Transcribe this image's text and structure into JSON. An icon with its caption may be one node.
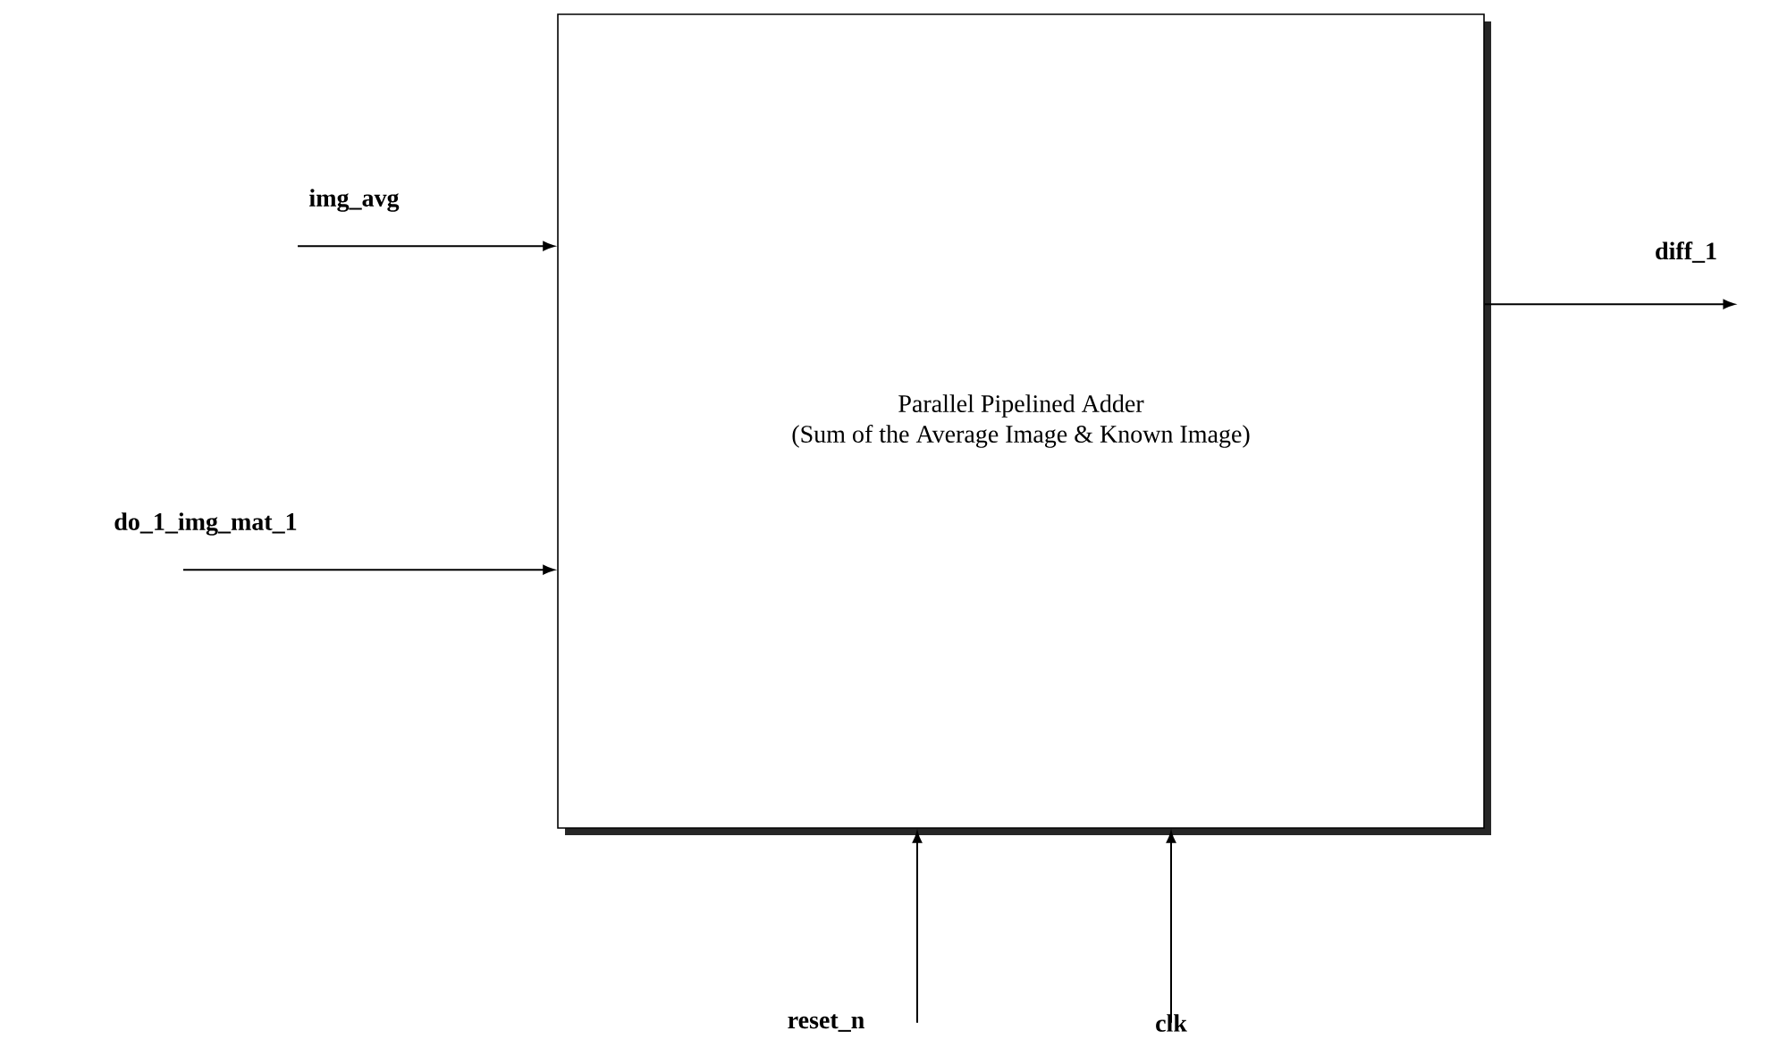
{
  "diagram": {
    "nodes": [
      {
        "text": [
          "Parallel Pipelined Adder",
          "(Sum of the Average Image & Known Image)"
        ]
      },
      {
        "text": [
          "img_avg"
        ]
      },
      {
        "text": [
          "diff_1"
        ]
      },
      {
        "text": [
          "do_1_img_mat_1"
        ]
      },
      {
        "text": [
          "reset_n"
        ]
      },
      {
        "text": [
          "clk"
        ]
      }
    ],
    "edges": [
      {
        "from": 1,
        "to": 0,
        "arrow": "to"
      },
      {
        "from": 3,
        "to": 0,
        "arrow": "to"
      },
      {
        "from": 0,
        "to": 2,
        "arrow": "to"
      },
      {
        "from": 4,
        "to": 0,
        "arrow": "to"
      },
      {
        "from": 5,
        "to": 0,
        "arrow": "to"
      }
    ]
  }
}
